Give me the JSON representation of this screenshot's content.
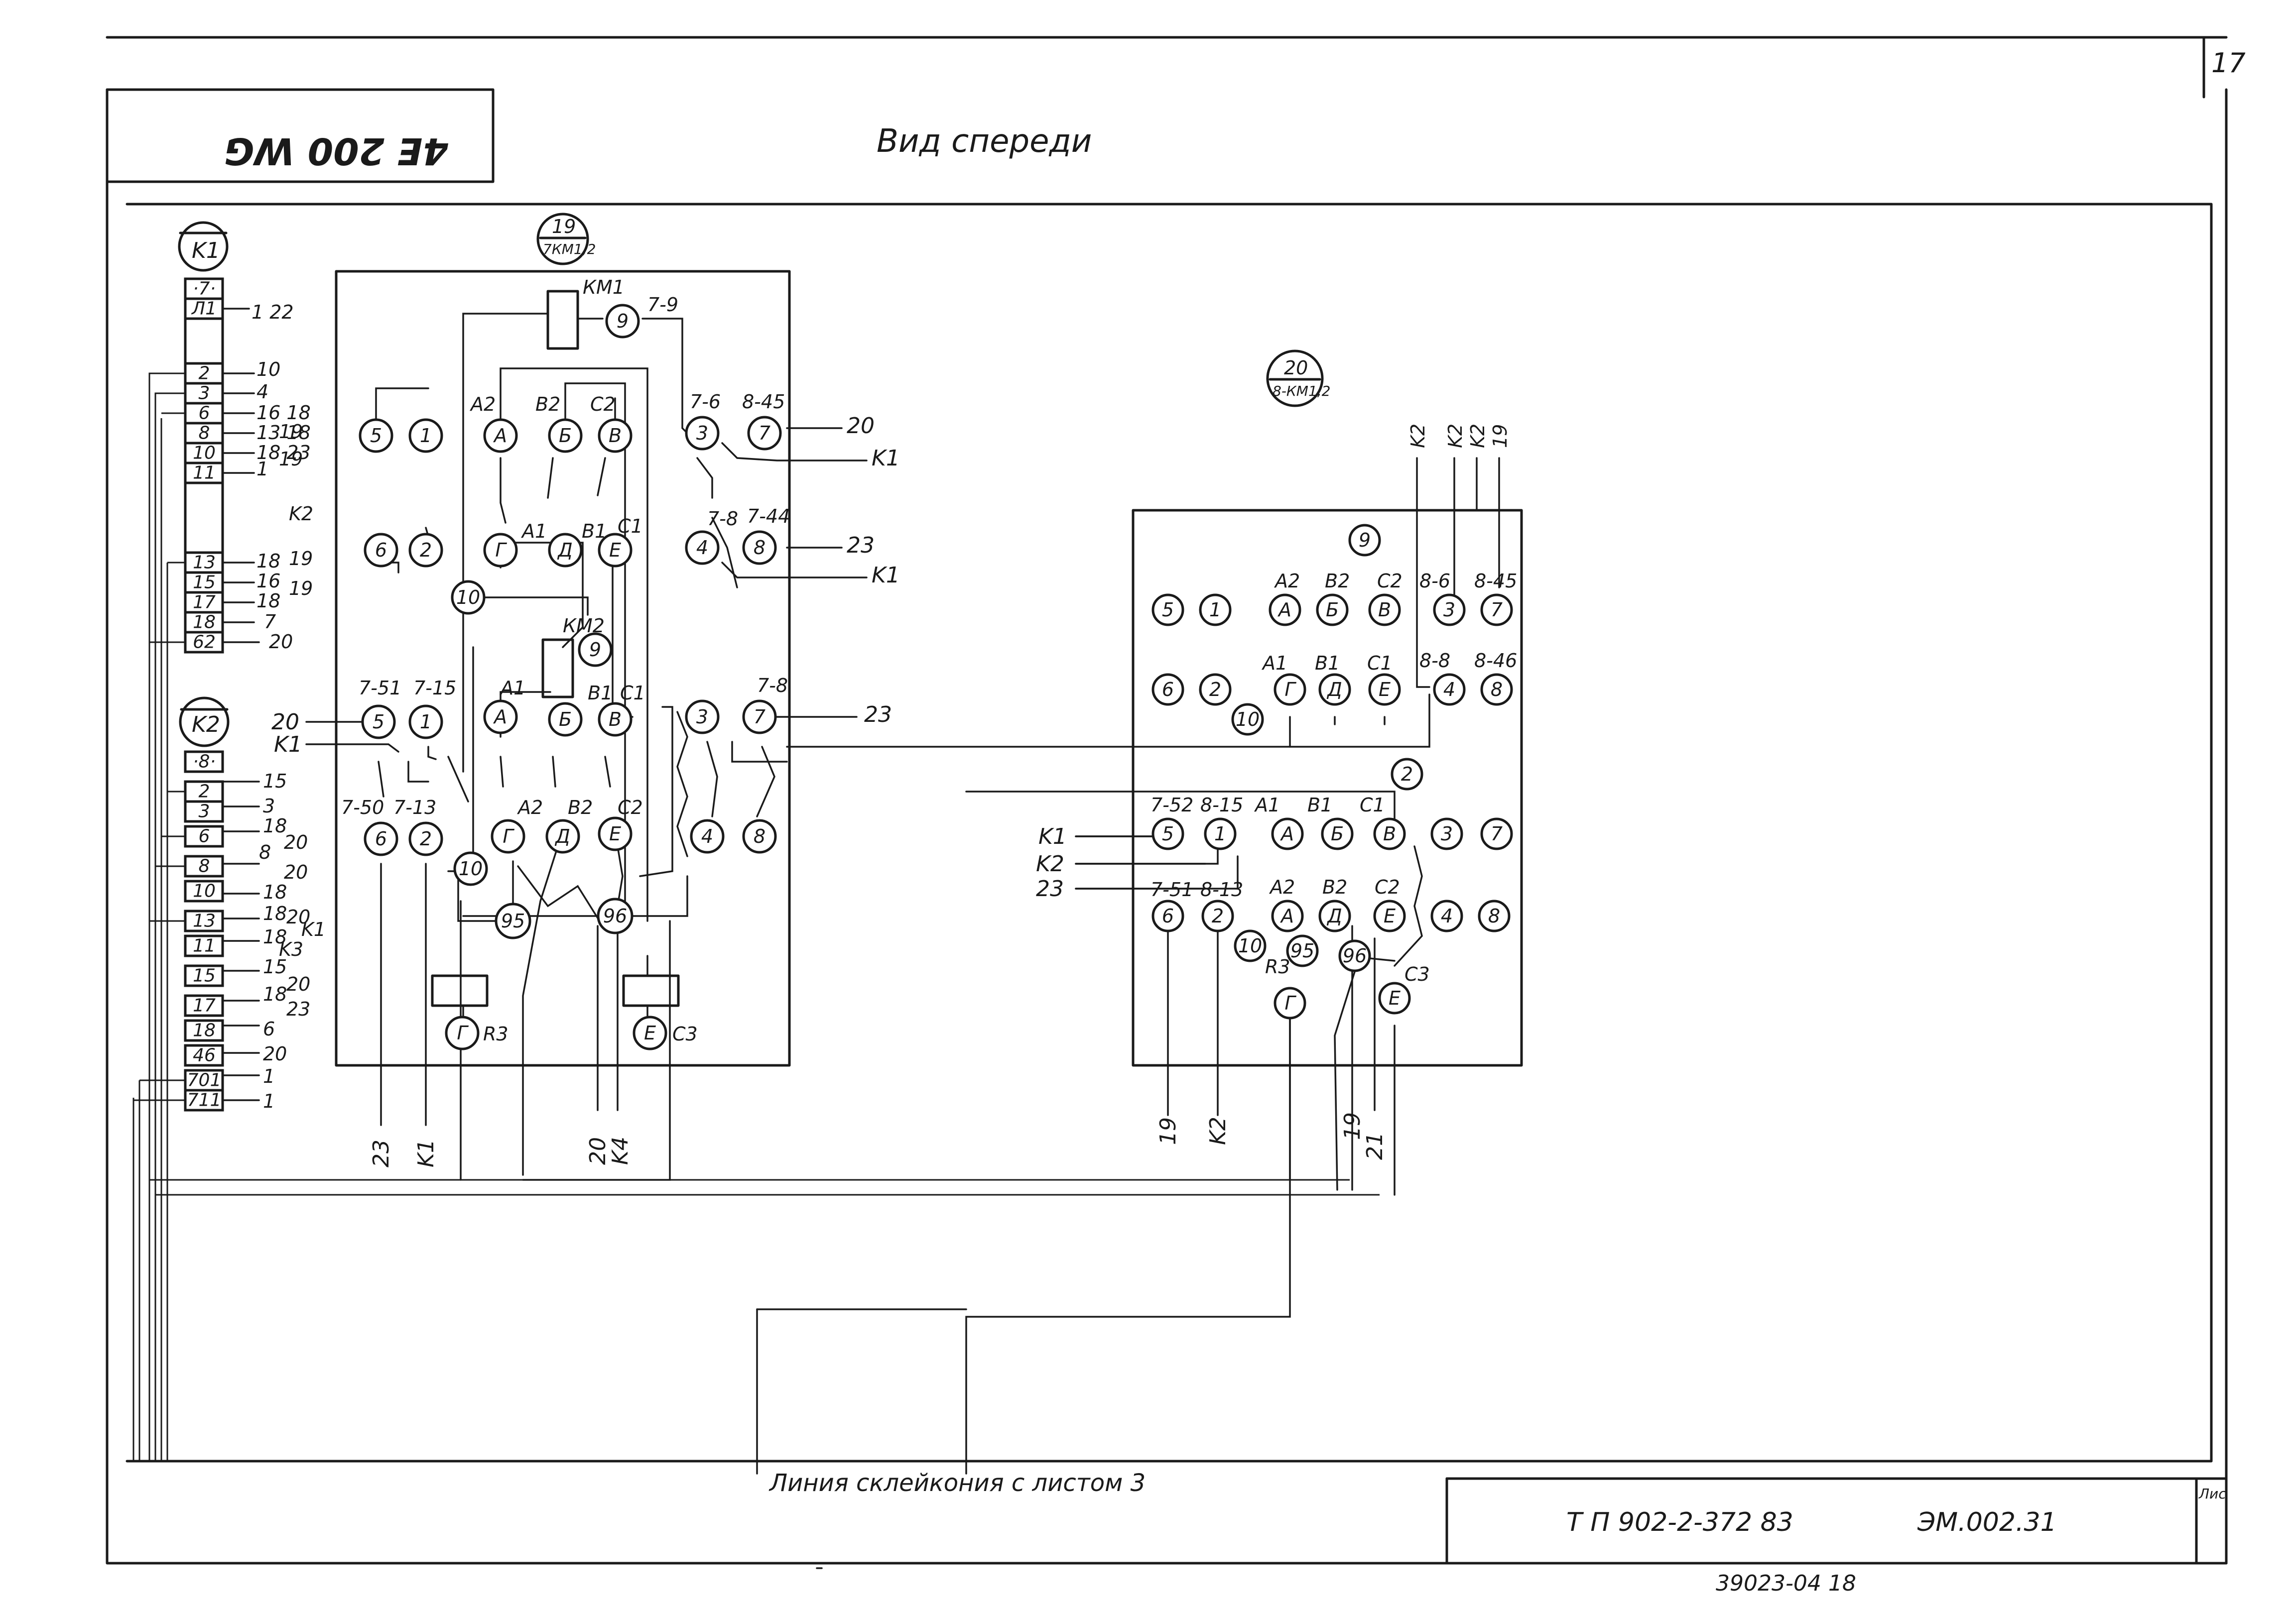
{
  "sheet": {
    "page_number": "17",
    "stamp_mirrored": "4E 200 WG",
    "view_title": "Вид спереди",
    "splice_line": "Линия склейкония с листом 3",
    "doc_code_left": "Т П 902-2-372 83",
    "doc_code_right": "ЭМ.002.31",
    "footer_number": "39023-04 18",
    "corner_mark": "Лис"
  },
  "terminal_strips": [
    {
      "name": "K1",
      "rows": [
        "·7·",
        "Л1",
        "2",
        "3",
        "6",
        "8",
        "10",
        "11",
        "13",
        "15",
        "17",
        "18",
        "62"
      ],
      "wires": [
        "1 22",
        "10",
        "4",
        "16 18",
        "13 18",
        "18 23",
        "1",
        "18",
        "16",
        "18",
        "7",
        "20"
      ],
      "extra_labels": [
        "19",
        "19",
        "K2",
        "19",
        "19"
      ]
    },
    {
      "name": "K2",
      "rows": [
        "·8·",
        "2",
        "3",
        "6",
        "8",
        "10",
        "13",
        "11",
        "15",
        "17",
        "18",
        "46",
        "701",
        "711"
      ],
      "wires": [
        "15",
        "3",
        "18",
        "8",
        "18",
        "18",
        "18",
        "15",
        "18",
        "6",
        "20",
        "1",
        "1"
      ],
      "extra_labels": [
        "20",
        "20",
        "20",
        "K1",
        "K3",
        "20",
        "23"
      ]
    }
  ],
  "panel_left": {
    "tag_top": "19",
    "tag_bottom": "7КМ1,2",
    "coil_km1": "КМ1",
    "coil_km2": "КМ2",
    "upper_terminals": [
      "5",
      "1",
      "А",
      "Б",
      "В",
      "3",
      "7",
      "9"
    ],
    "upper_labels": [
      "А2",
      "В2",
      "С2",
      "7-6",
      "8-45",
      "7-9"
    ],
    "mid_terminals": [
      "6",
      "2",
      "Г",
      "Д",
      "Е",
      "4",
      "8",
      "10",
      "9"
    ],
    "mid_labels": [
      "А1",
      "В1",
      "С1",
      "7-8",
      "7-44"
    ],
    "lower_terminals": [
      "5",
      "1",
      "А",
      "Б",
      "В",
      "3",
      "7"
    ],
    "lower_labels": [
      "7-51",
      "7-15",
      "А1",
      "В1",
      "С1",
      "7-8"
    ],
    "bottom_terminals": [
      "6",
      "2",
      "Г",
      "Д",
      "Е",
      "4",
      "8",
      "10",
      "95",
      "96"
    ],
    "bottom_labels": [
      "7-50",
      "7-13",
      "А2",
      "В2",
      "С2"
    ],
    "relay_terminals": [
      "Г",
      "Е"
    ],
    "relay_labels": [
      "R3",
      "C3"
    ],
    "outer_wires_right": [
      "20",
      "K1",
      "23",
      "K1",
      "23"
    ],
    "outer_wires_left": [
      "20",
      "K1"
    ],
    "outgoing_bottom": [
      "23",
      "K1",
      "20",
      "K4"
    ]
  },
  "panel_right": {
    "tag_top": "20",
    "tag_bottom": "8-КМ1,2",
    "top_wires": [
      "K2",
      "K2",
      "K2",
      "19"
    ],
    "row1": [
      "5",
      "1",
      "А",
      "Б",
      "В",
      "3",
      "7"
    ],
    "row1_labels": [
      "А2",
      "В2",
      "С2",
      "8-6",
      "8-45"
    ],
    "row2": [
      "6",
      "2",
      "Г",
      "Д",
      "Е",
      "4",
      "8",
      "10"
    ],
    "row2_labels": [
      "А1",
      "В1",
      "С1",
      "8-8",
      "8-46"
    ],
    "row3": [
      "5",
      "1",
      "А",
      "Б",
      "В",
      "3",
      "7"
    ],
    "row3_labels": [
      "7-52",
      "8-15",
      "А1",
      "В1",
      "С1"
    ],
    "row4": [
      "6",
      "2",
      "А",
      "Д",
      "Е",
      "4",
      "8",
      "10",
      "95",
      "96"
    ],
    "row4_labels": [
      "7-51",
      "8-13",
      "А2",
      "В2",
      "С2",
      "R3",
      "C3"
    ],
    "relay_terminals": [
      "Г",
      "Е"
    ],
    "extra_terminals": [
      "9",
      "2"
    ],
    "left_wires": [
      "K1",
      "K2",
      "23"
    ],
    "outgoing_bottom": [
      "19",
      "K2",
      "19",
      "21"
    ]
  }
}
